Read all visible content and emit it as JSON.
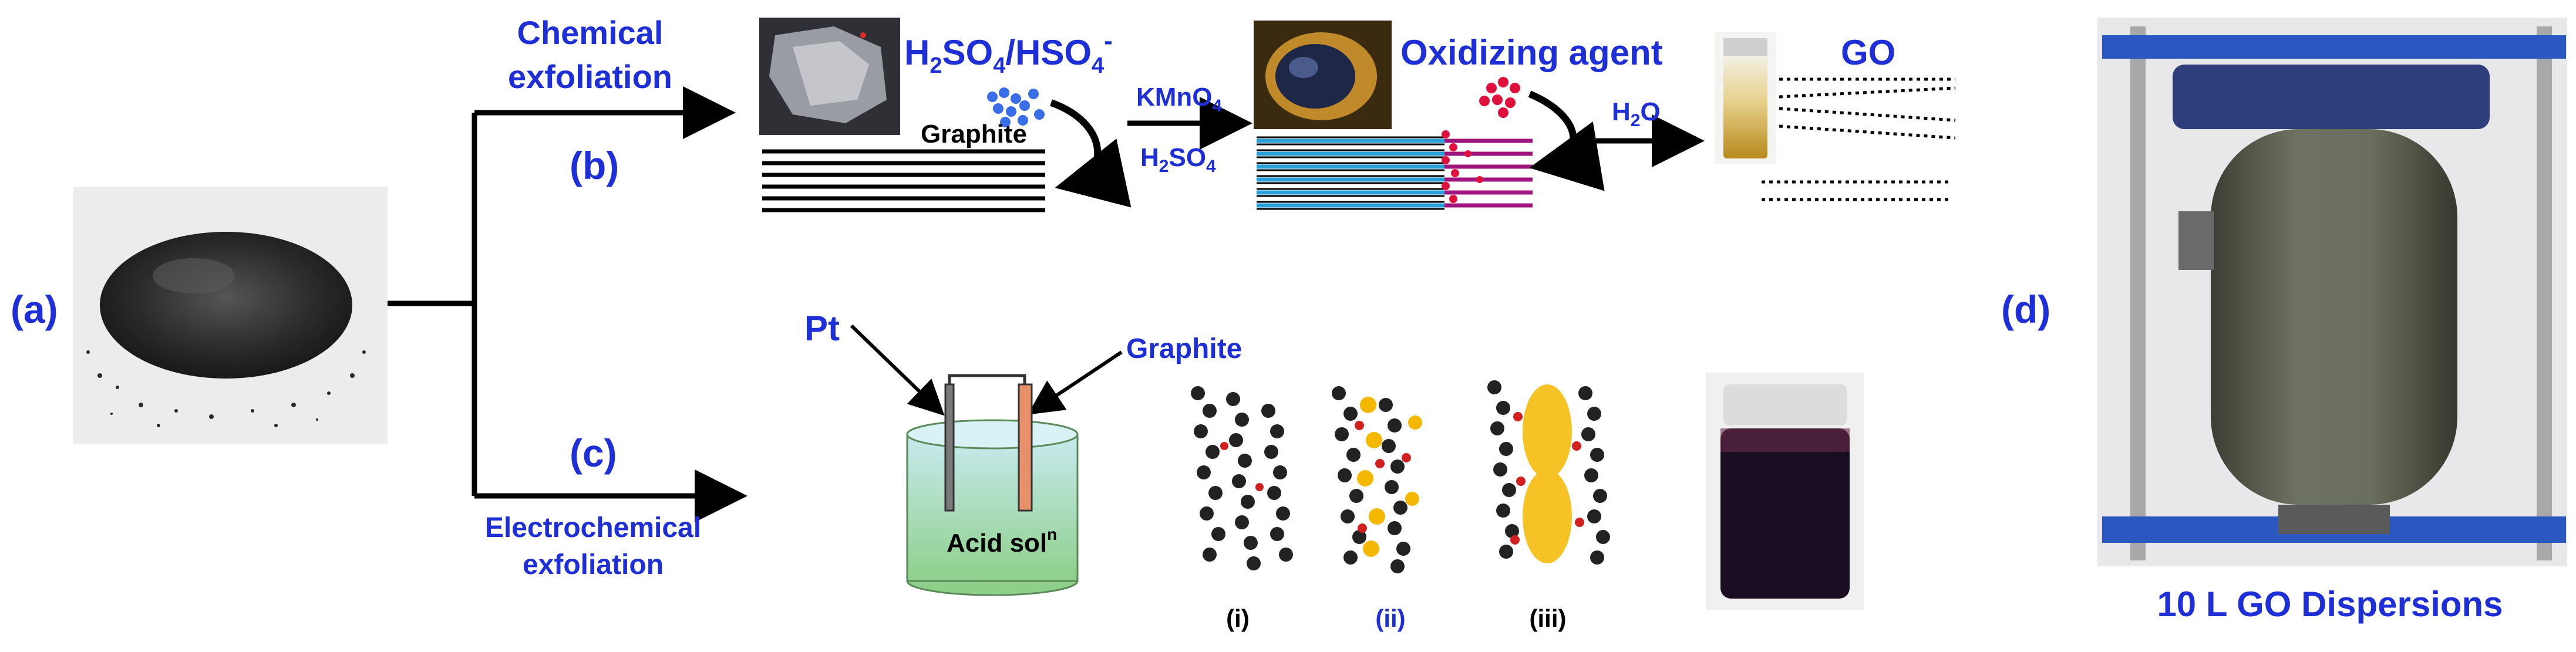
{
  "panel_labels": {
    "a": "(a)",
    "b": "(b)",
    "c": "(c)",
    "d": "(d)"
  },
  "chemical_route": {
    "label_line1": "Chemical",
    "label_line2": "exfoliation",
    "intercalant_base": "H",
    "intercalant_sub1": "2",
    "intercalant_mid1": "SO",
    "intercalant_sub2": "4",
    "intercalant_mid2": "/HSO",
    "intercalant_sub3": "4",
    "intercalant_sup": "-",
    "graphite_label": "Graphite",
    "reagent_top_base": "KMnO",
    "reagent_top_sub": "4",
    "reagent_bottom_base": "H",
    "reagent_bottom_sub1": "2",
    "reagent_bottom_mid": "SO",
    "reagent_bottom_sub2": "4",
    "oxidizing_label": "Oxidizing agent",
    "water_base": "H",
    "water_sub": "2",
    "water_end": "O",
    "product_label": "GO"
  },
  "electrochemical_route": {
    "label_line1": "Electrochemical",
    "label_line2": "exfoliation",
    "electrode_left": "Pt",
    "electrode_right": "Graphite",
    "solution_base": "Acid sol",
    "solution_sup": "n",
    "stages": [
      "(i)",
      "(ii)",
      "(iii)"
    ]
  },
  "scale_up": {
    "caption": "10 L GO Dispersions"
  },
  "colors": {
    "label_blue": "#1f2fd6",
    "intercalant_blue": "#3a6ee8",
    "oxidant_red": "#e0103c",
    "oxidized_magenta": "#a0147e",
    "layer_cyan": "#2aa0d8",
    "frame_blue": "#2a58c0",
    "atom_yellow": "#f5b800"
  }
}
